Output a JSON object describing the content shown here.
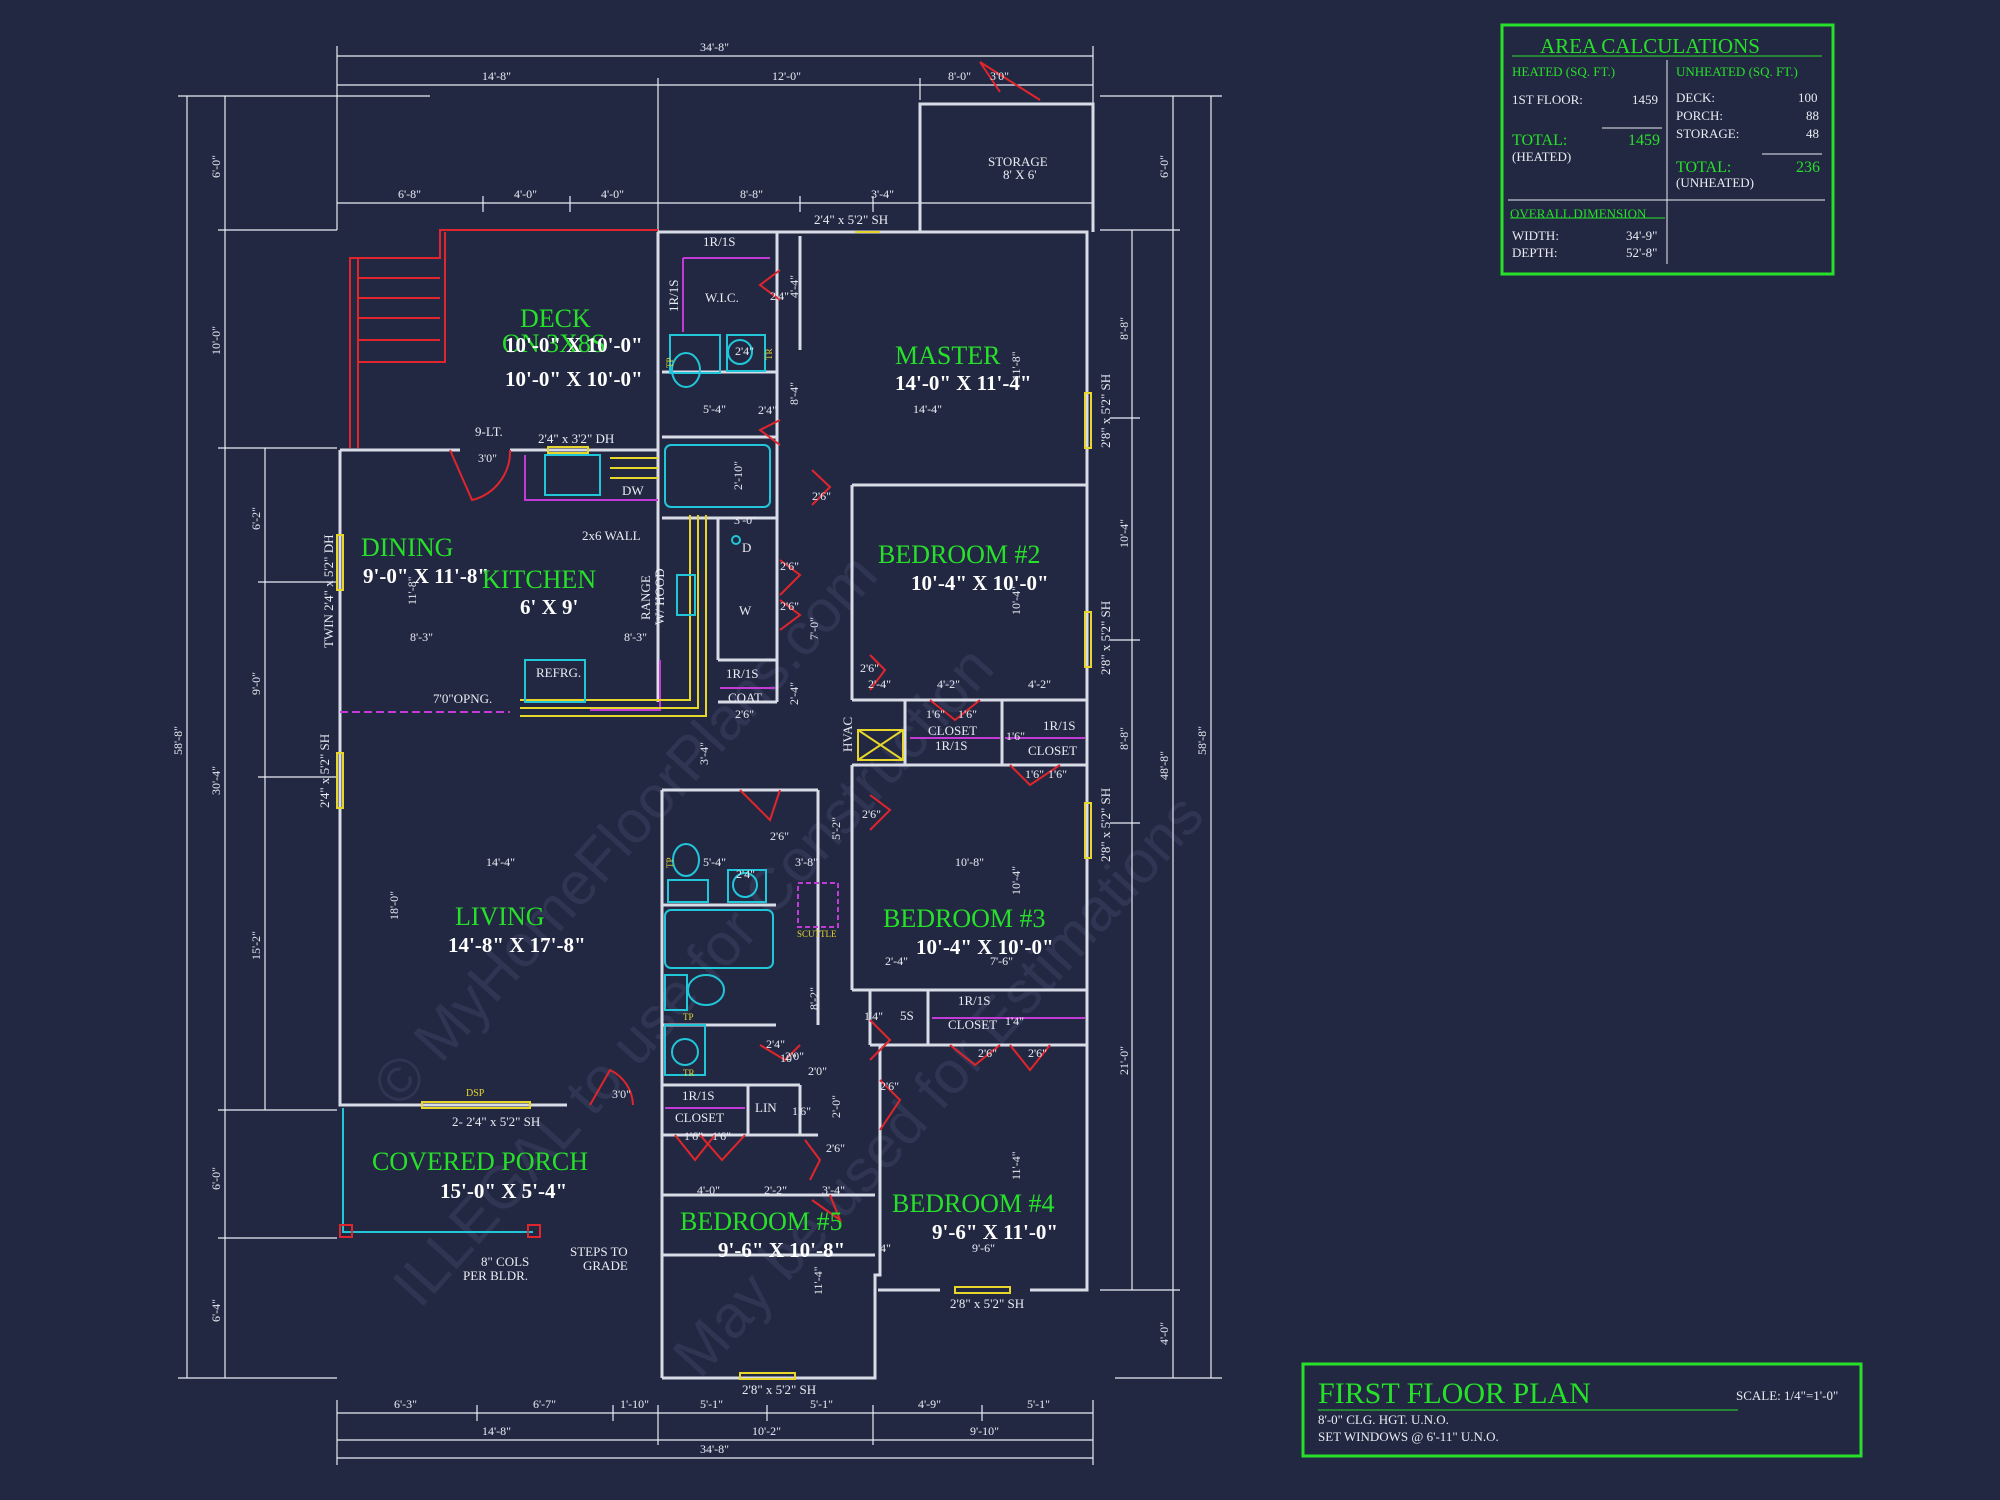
{
  "area": {
    "title": "AREA CALCULATIONS",
    "heated_header": "HEATED (SQ. FT.)",
    "unheated_header": "UNHEATED (SQ. FT.)",
    "first_floor_label": "1ST FLOOR:",
    "first_floor_value": "1459",
    "heated_total_label": "TOTAL:",
    "heated_total_value": "1459",
    "heated_note": "(HEATED)",
    "deck_label": "DECK:",
    "deck_value": "100",
    "porch_label": "PORCH:",
    "porch_value": "88",
    "storage_label": "STORAGE:",
    "storage_value": "48",
    "unheated_total_label": "TOTAL:",
    "unheated_total_value": "236",
    "unheated_note": "(UNHEATED)",
    "overall_header": "OVERALL DIMENSION",
    "width_label": "WIDTH:",
    "width_value": "34'-9\"",
    "depth_label": "DEPTH:",
    "depth_value": "52'-8\""
  },
  "title_block": {
    "title": "FIRST FLOOR PLAN",
    "scale": "SCALE: 1/4\"=1'-0\"",
    "note1": "8'-0\" CLG. HGT. U.N.O.",
    "note2": "SET WINDOWS @ 6'-11\" U.N.O."
  },
  "rooms": {
    "deck_name": "DECK",
    "deck_overlap": "ON 3X8S",
    "deck_size_a": "10'-0\" X 10'-0\"",
    "deck_size_b": "10'-0\" X 10'-0\"",
    "master_name": "MASTER",
    "master_size": "14'-0\" X 11'-4\"",
    "dining_name": "DINING",
    "dining_size": "9'-0\" X 11'-8\"",
    "kitchen_name": "KITCHEN",
    "kitchen_size": "6' X 9'",
    "bed2_name": "BEDROOM #2",
    "bed2_size": "10'-4\" X 10'-0\"",
    "bed3_name": "BEDROOM #3",
    "bed3_size": "10'-4\" X 10'-0\"",
    "living_name": "LIVING",
    "living_size": "14'-8\" X 17'-8\"",
    "porch_name": "COVERED PORCH",
    "porch_size": "15'-0\" X 5'-4\"",
    "bed4_name": "BEDROOM #4",
    "bed4_size": "9'-6\" X 11'-0\"",
    "bed5_name": "BEDROOM #5",
    "bed5_size": "9'-6\" X 10'-8\""
  },
  "labels": {
    "storage": "STORAGE",
    "storage_size": "8' X 6'",
    "wic": "W.I.C.",
    "r1s_a": "1R/1S",
    "r1s_b": "1R/1S",
    "r1s_coat": "1R/1S",
    "r1s_closet2": "1R/1S",
    "r1s_closet3": "1R/1S",
    "r1s_closet4": "1R/1S",
    "r1s_closet5": "1R/1S",
    "r1s_v": "1R/1S",
    "nine_lt": "9-LT.",
    "dw": "DW",
    "two_by_six": "2x6 WALL",
    "range": "RANGE",
    "hood": "W/ HOOD",
    "d": "D",
    "w": "W",
    "refrg": "REFRG.",
    "coat": "COAT",
    "opng": "7'0\"OPNG.",
    "closet_a": "CLOSET",
    "closet_b": "CLOSET",
    "closet_c": "CLOSET",
    "closet_d": "CLOSET",
    "hvac": "HVAC",
    "scuttle": "SCUTTLE",
    "ss": "5S",
    "lin": "LIN",
    "tp1": "TP",
    "tp2": "TP",
    "tp3": "TP",
    "tr1": "TR",
    "tr2": "TR",
    "dsp": "DSP",
    "cols_a": "8\" COLS",
    "cols_b": "PER BLDR.",
    "steps_a": "STEPS TO",
    "steps_b": "GRADE",
    "twin_dh": "TWIN 2'4\" x 5'2\" DH",
    "win_dh_kitchen": "2'4\" x 3'2\" DH",
    "win_top": "2'4\" x 5'2\" SH",
    "win_master": "2'8\" x 5'2\" SH",
    "win_bed2": "2'8\" x 5'2\" SH",
    "win_bed3": "2'8\" x 5'2\" SH",
    "win_dining": "2'4\" x 5'2\" SH",
    "win_living": "2- 2'4\" x 5'2\" SH",
    "win_bed4": "2'8\" x 5'2\" SH",
    "win_bed5": "2'8\" x 5'2\" SH"
  },
  "dims": {
    "top_overall": "34'-8\"",
    "top_a": "14'-8\"",
    "top_b": "12'-0\"",
    "top_c": "8'-0\"",
    "top_d": "6'-8\"",
    "top_e": "4'-0\"",
    "top_f": "4'-0\"",
    "top_g": "8'-8\"",
    "top_h": "3'-4\"",
    "bot_a": "6'-3\"",
    "bot_b": "6'-7\"",
    "bot_c": "1'-10\"",
    "bot_d": "5'-1\"",
    "bot_e": "5'-1\"",
    "bot_f": "4'-9\"",
    "bot_g": "5'-1\"",
    "bot_h": "14'-8\"",
    "bot_i": "10'-2\"",
    "bot_j": "9'-10\"",
    "bot_overall": "34'-8\"",
    "left_overall": "58'-8\"",
    "left_a": "6'-0\"",
    "left_b": "10'-0\"",
    "left_c": "30'-4\"",
    "left_d": "6'-0\"",
    "left_e": "6'-4\"",
    "left_f": "6'-2\"",
    "left_g": "9'-0\"",
    "left_h": "15'-2\"",
    "right_overall": "58'-8\"",
    "right_a": "6'-0\"",
    "right_b": "48'-8\"",
    "right_c": "4'-0\"",
    "right_d": "8'-8\"",
    "right_e": "10'-4\"",
    "right_f": "8'-8\"",
    "right_g": "21'-0\"",
    "in_master_w": "14'-4\"",
    "in_master_h": "11'-8\"",
    "in_bath_w": "5'-4\"",
    "in_bath_h": "2'-10\"",
    "in_wic_h": "4'-4\"",
    "in_bath2_h": "8'-4\"",
    "in_laundry": "3'-0\"",
    "in_bed2_h": "10'-4\"",
    "in_dining_w": "8'-3\"",
    "in_kitchen_w": "8'-3\"",
    "in_dining_h": "11'-8\"",
    "in_living_w": "14'-4\"",
    "in_living_h": "18'-0\"",
    "in_hall_a": "7'-0\"",
    "in_hall_b": "2'-4\"",
    "in_hall_c": "3'-4\"",
    "in_hall_d": "5'-2\"",
    "in_clos_a": "2'-4\"",
    "in_clos_b": "4'-2\"",
    "in_clos_c": "4'-2\"",
    "in_bath3_w": "5'-4\"",
    "in_hall_e": "3'-8\"",
    "in_bed3_w": "10'-8\"",
    "in_bed3_h": "10'-4\"",
    "in_bed3_x": "2'-4\"",
    "in_bed3_y": "7'-6\"",
    "in_hall_f": "8'-2\"",
    "in_bath4": "10\"",
    "in_hall_g": "2'-0\"",
    "in_bed5_a": "4'-0\"",
    "in_bed5_b": "2'-2\"",
    "in_bed5_c": "3'-4\"",
    "in_bed5_h": "11'-4\"",
    "in_bed4_w": "9'-6\"",
    "in_bed4_h": "11'-4\"",
    "in_bed4_x": "4\"",
    "in_door1": "3'0\"",
    "in_door2": "3'0\"",
    "in_door3": "3'0\"",
    "in_door4": "2'6\"",
    "in_door5": "2'6\"",
    "in_door6": "2'6\"",
    "in_door7": "2'6\"",
    "in_door8": "2'6\"",
    "in_door9": "2'6\"",
    "in_door10": "2'6\"",
    "in_door11": "2'6\"",
    "in_door12": "2'6\"",
    "in_door13": "2'6\"",
    "in_door14": "2'6\"",
    "in_door15": "2'4\"",
    "in_door16": "2'4\"",
    "in_door17": "2'4\"",
    "in_door18": "2'4\"",
    "in_door19": "2'4\"",
    "in_door20": "2'0\"",
    "in_door21": "2'0\"",
    "in_door22": "1'6\"",
    "in_door23": "1'6\"",
    "in_door24": "1'6\"",
    "in_door25": "1'6\"",
    "in_door26": "1'6\"",
    "in_door27": "1'6\"",
    "in_door28": "1'6\"",
    "in_door29": "1'6\"",
    "in_door30": "1'4\"",
    "in_door31": "1'4\""
  },
  "watermark": {
    "line1": "© MyHomeFloorPlans.com",
    "line2": "ILLEGAL to use for Construction",
    "line3": "May be used for Estimations"
  },
  "colors": {
    "background": "#232842",
    "wall": "#d8dce6",
    "green": "#27e02a",
    "red": "#e0252c",
    "magenta": "#c33bd6",
    "cyan": "#21c6d8",
    "yellow": "#e7d52b"
  }
}
